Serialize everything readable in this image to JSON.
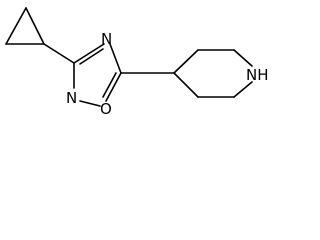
{
  "molecule": {
    "atoms": {
      "oxadiazole_n4": "N",
      "oxadiazole_n2": "N",
      "oxadiazole_o1": "O",
      "piperidine_nh": "NH"
    }
  },
  "colors": {
    "bond": "#000000",
    "background": "#ffffff"
  }
}
